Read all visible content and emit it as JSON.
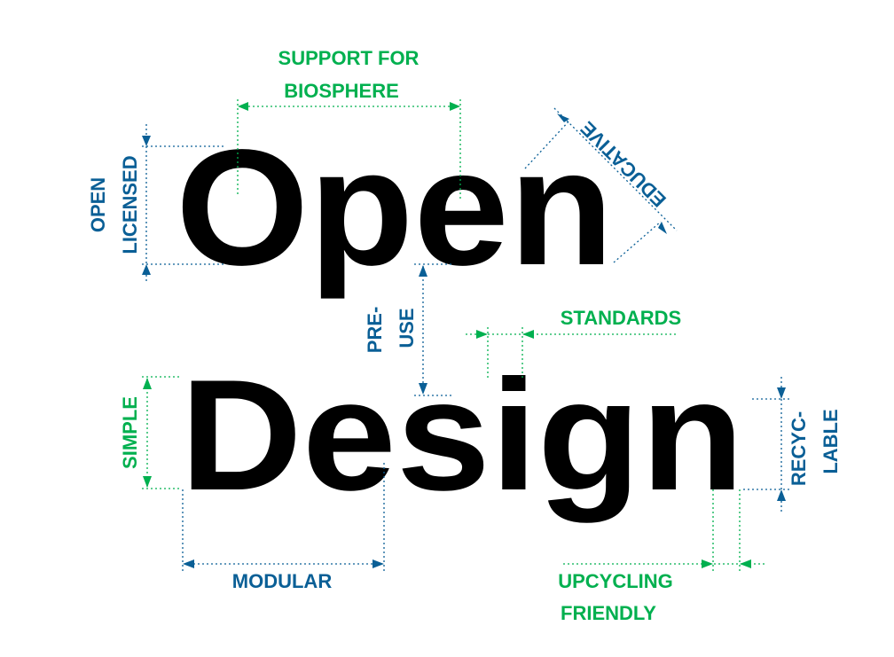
{
  "title": {
    "line1": "Open",
    "line2": "Design"
  },
  "labels": {
    "support1": "SUPPORT FOR",
    "support2": "BIOSPHERE",
    "open": "OPEN",
    "licensed": "LICENSED",
    "educative": "EDUCATIVE",
    "pre": "PRE-",
    "use": "USE",
    "standards": "STANDARDS",
    "simple": "SIMPLE",
    "recyc": "RECYC-",
    "lable": "LABLE",
    "modular": "MODULAR",
    "upcycling": "UPCYCLING",
    "friendly": "FRIENDLY"
  },
  "colors": {
    "blue": "#0a5f96",
    "green": "#00b04f",
    "text": "#000000"
  }
}
